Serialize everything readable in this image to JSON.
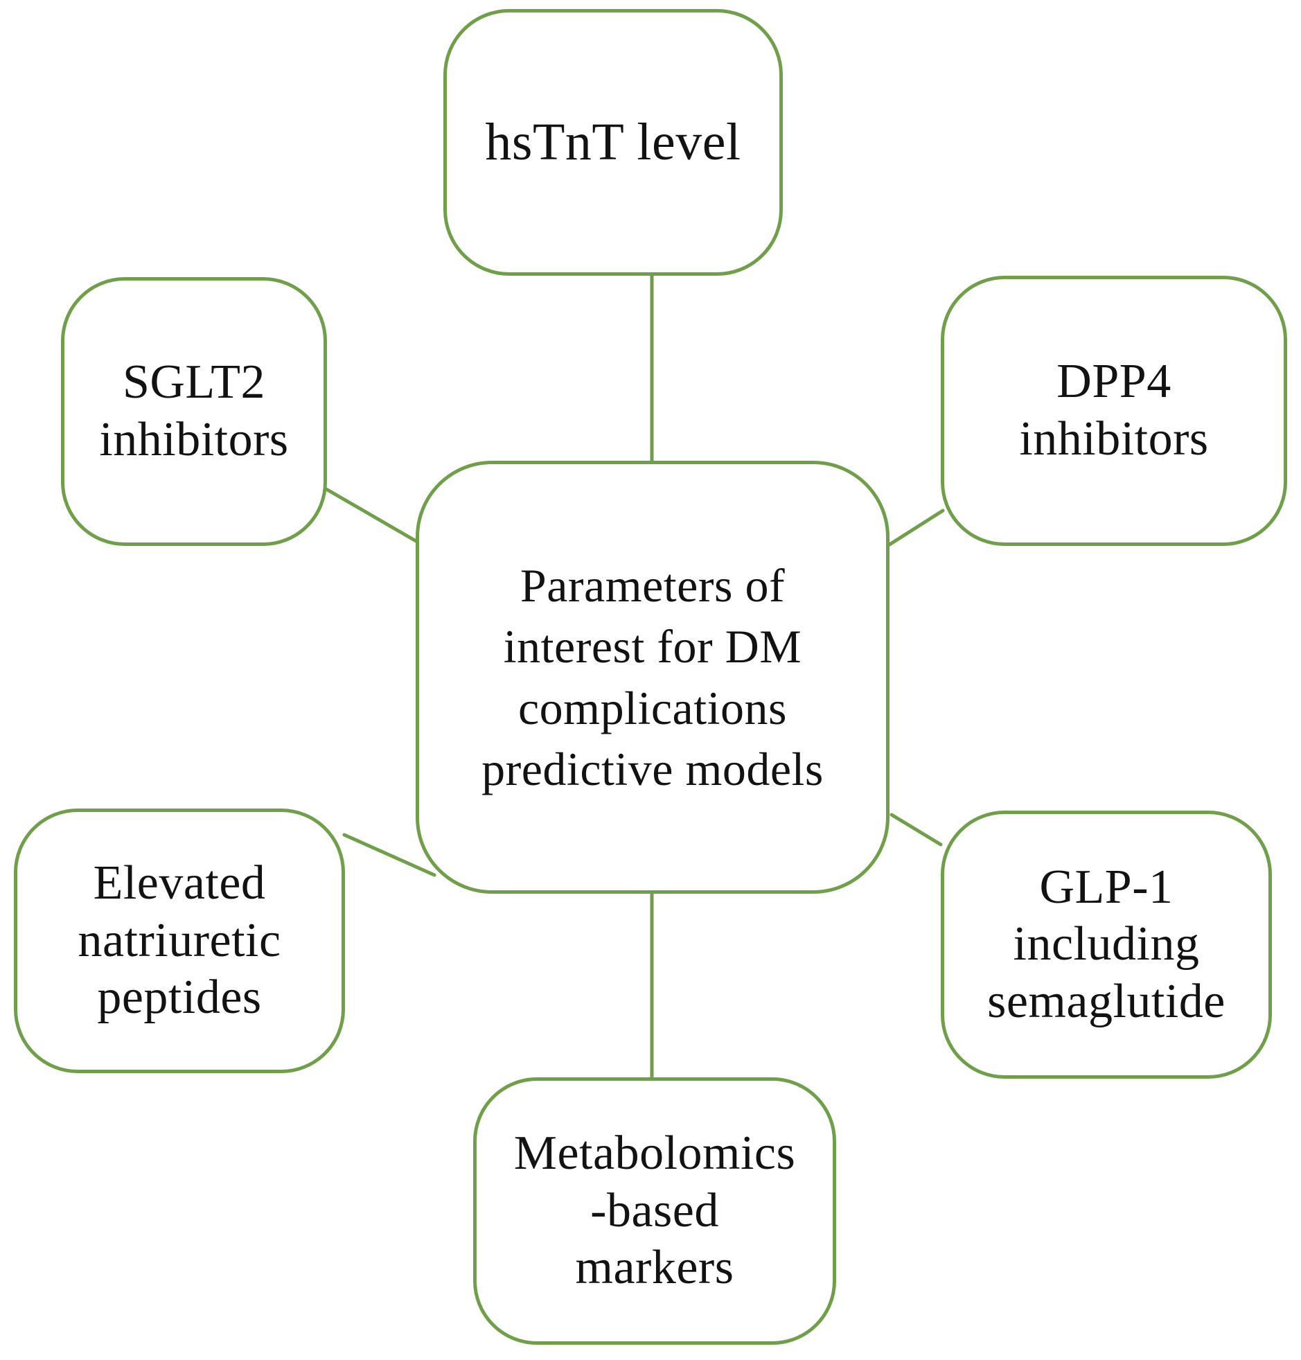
{
  "diagram": {
    "center": {
      "id": "central",
      "label": "Parameters of\ninterest for DM\ncomplications\npredictive models"
    },
    "nodes": [
      {
        "id": "hstnt",
        "label": "hsTnT level"
      },
      {
        "id": "sglt2",
        "label": "SGLT2\ninhibitors"
      },
      {
        "id": "dpp4",
        "label": "DPP4\ninhibitors"
      },
      {
        "id": "elevated-np",
        "label": "Elevated\nnatriuretic\npeptides"
      },
      {
        "id": "glp1",
        "label": "GLP-1\nincluding\nsemaglutide"
      },
      {
        "id": "metabolomics",
        "label": "Metabolomics\n-based\nmarkers"
      }
    ],
    "colors": {
      "line_green": "#6f9f48",
      "text": "#121212",
      "background": "#ffffff"
    }
  }
}
